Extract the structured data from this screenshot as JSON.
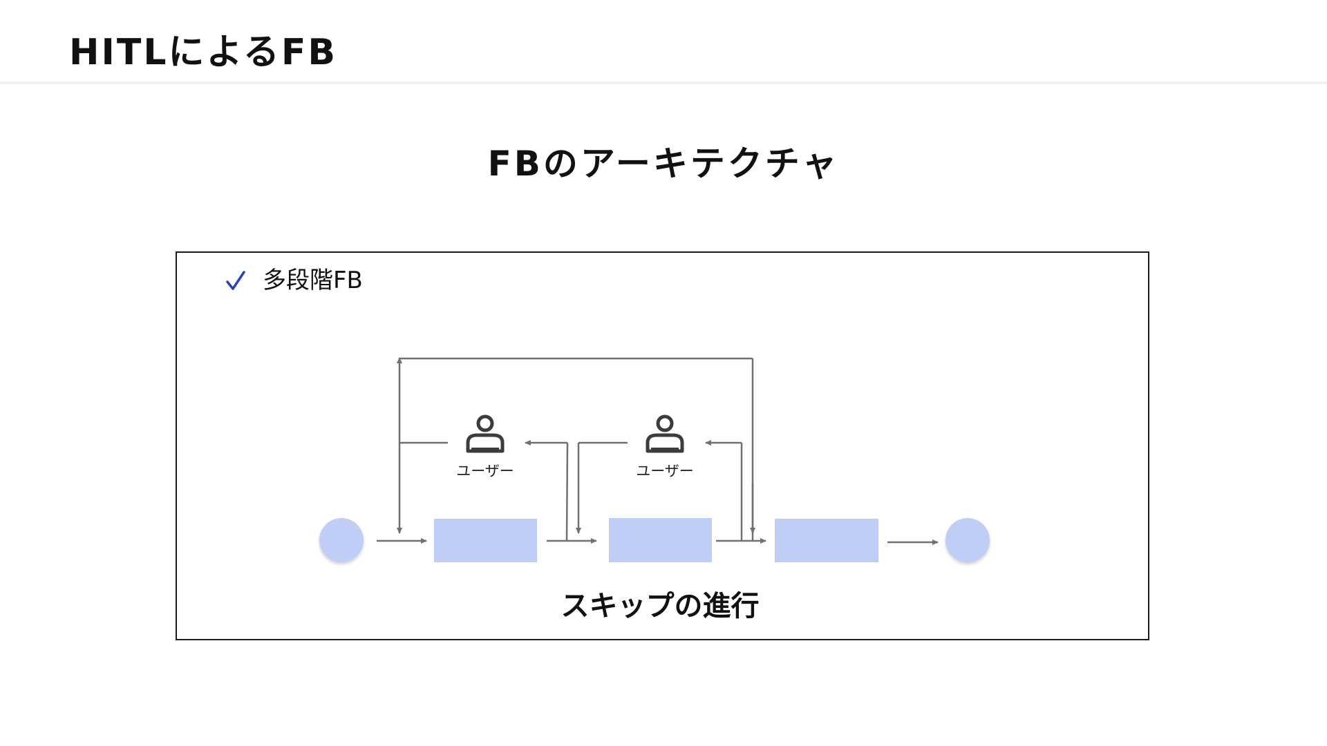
{
  "header": {
    "title": "HITLによるFB"
  },
  "slide": {
    "title": "FBのアーキテクチャ"
  },
  "bullet": {
    "icon": "check-icon",
    "text": "多段階FB"
  },
  "diagram": {
    "users": [
      {
        "label": "ユーザー",
        "icon": "user-icon"
      },
      {
        "label": "ユーザー",
        "icon": "user-icon"
      }
    ],
    "caption": "スキップの進行",
    "colors": {
      "node_fill": "#bfcdf7",
      "arrow": "#707070",
      "user_icon": "#3c3c3c",
      "check": "#2a3fb8"
    }
  }
}
